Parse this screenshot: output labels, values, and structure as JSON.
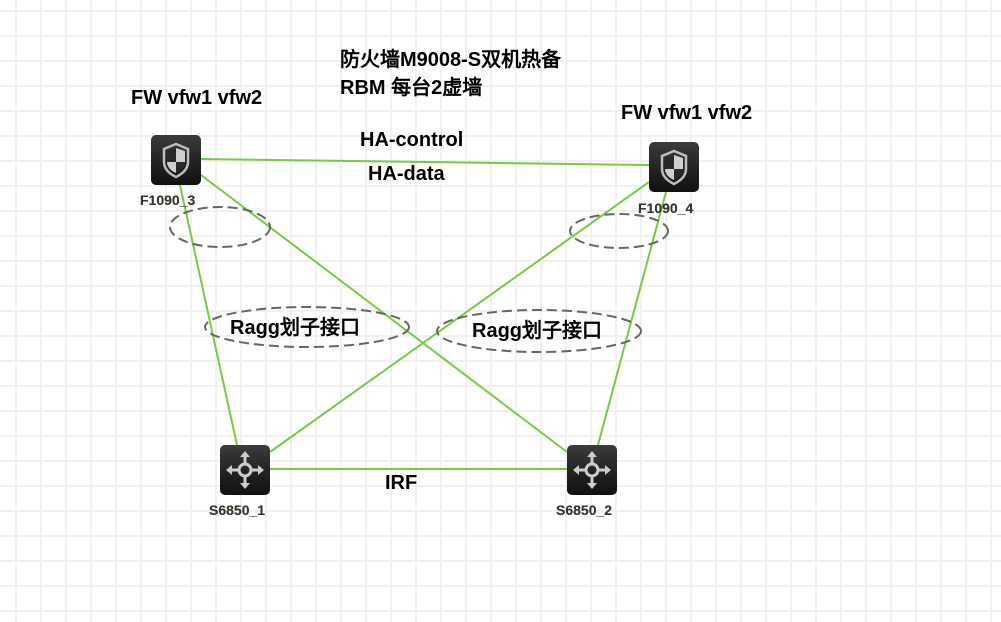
{
  "title": {
    "line1": "防火墙M9008-S双机热备",
    "line2": "RBM 每台2虚墙"
  },
  "colors": {
    "link": "#7ac943",
    "ellipse": "#666666",
    "grid": "#f1f1f1",
    "device_bg": "#222222"
  },
  "devices": [
    {
      "id": "F1090_3",
      "label": "F1090_3",
      "icon": "firewall-shield-icon",
      "annotation": "FW vfw1 vfw2"
    },
    {
      "id": "F1090_4",
      "label": "F1090_4",
      "icon": "firewall-shield-icon",
      "annotation": "FW vfw1 vfw2"
    },
    {
      "id": "S6850_1",
      "label": "S6850_1",
      "icon": "switch-arrows-icon"
    },
    {
      "id": "S6850_2",
      "label": "S6850_2",
      "icon": "switch-arrows-icon"
    }
  ],
  "links": [
    {
      "from": "F1090_3",
      "to": "F1090_4",
      "label": "HA-control / HA-data"
    },
    {
      "from": "F1090_3",
      "to": "S6850_1"
    },
    {
      "from": "F1090_3",
      "to": "S6850_2"
    },
    {
      "from": "F1090_4",
      "to": "S6850_1"
    },
    {
      "from": "F1090_4",
      "to": "S6850_2"
    },
    {
      "from": "S6850_1",
      "to": "S6850_2",
      "label": "IRF"
    }
  ],
  "labels": {
    "ha_control": "HA-control",
    "ha_data": "HA-data",
    "irf": "IRF",
    "ragg_left": "Ragg划子接口",
    "ragg_right": "Ragg划子接口"
  }
}
